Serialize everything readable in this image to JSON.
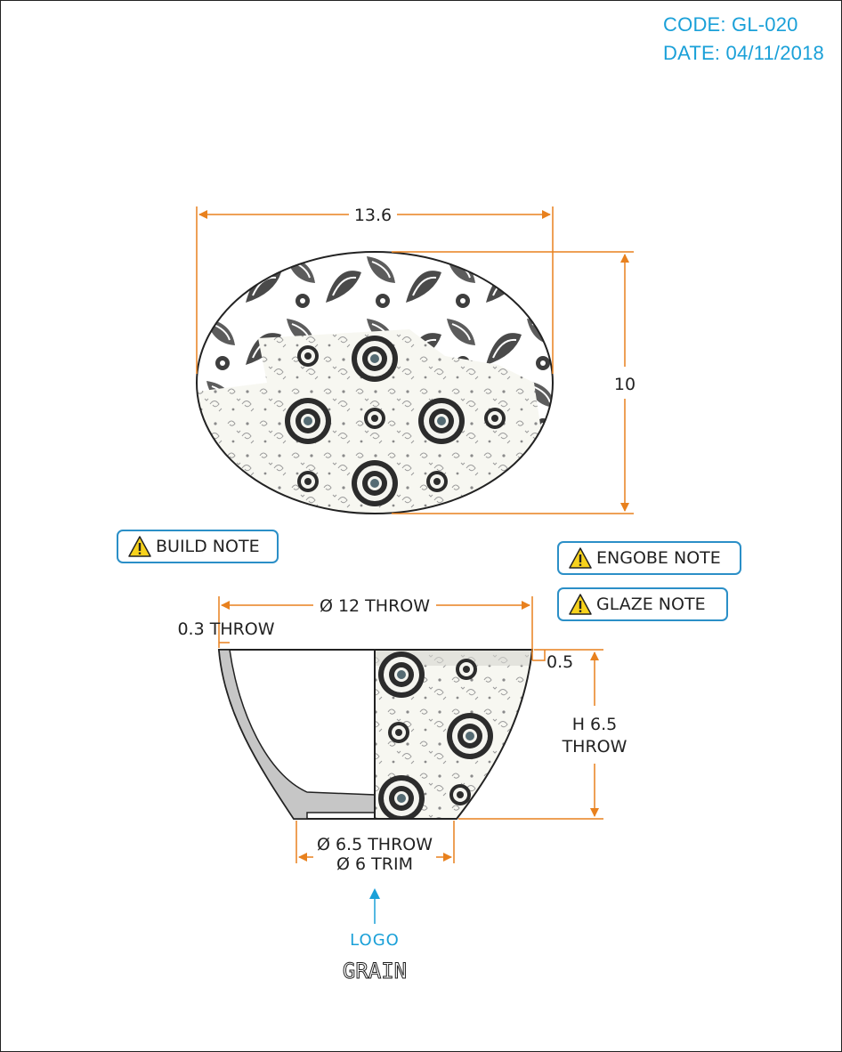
{
  "header": {
    "code": "CODE: GL-020",
    "date": "DATE: 04/11/2018"
  },
  "notes": {
    "build": "BUILD NOTE",
    "engobe": "ENGOBE NOTE",
    "glaze": "GLAZE NOTE"
  },
  "top_view": {
    "width_label": "13.6",
    "depth_label": "10"
  },
  "side_view": {
    "rim_diameter_label": "Ø 12 THROW",
    "wall_label": "0.3 THROW",
    "rim_offset_label": "0.5",
    "height_label_line1": "H 6.5",
    "height_label_line2": "THROW",
    "foot_label_line1": "Ø 6.5 THROW",
    "foot_label_line2": "Ø 6 TRIM"
  },
  "logo": {
    "label": "LOGO",
    "stamp": "GRAIN"
  },
  "colors": {
    "dimension": "#e8811e",
    "accent": "#1aa0d8",
    "note_border": "#2b8fc7",
    "warning": "#f7d21c",
    "section": "#c6c6c6"
  },
  "icons": {
    "warning": "warning-triangle-icon",
    "arrow": "arrow-up-icon"
  }
}
